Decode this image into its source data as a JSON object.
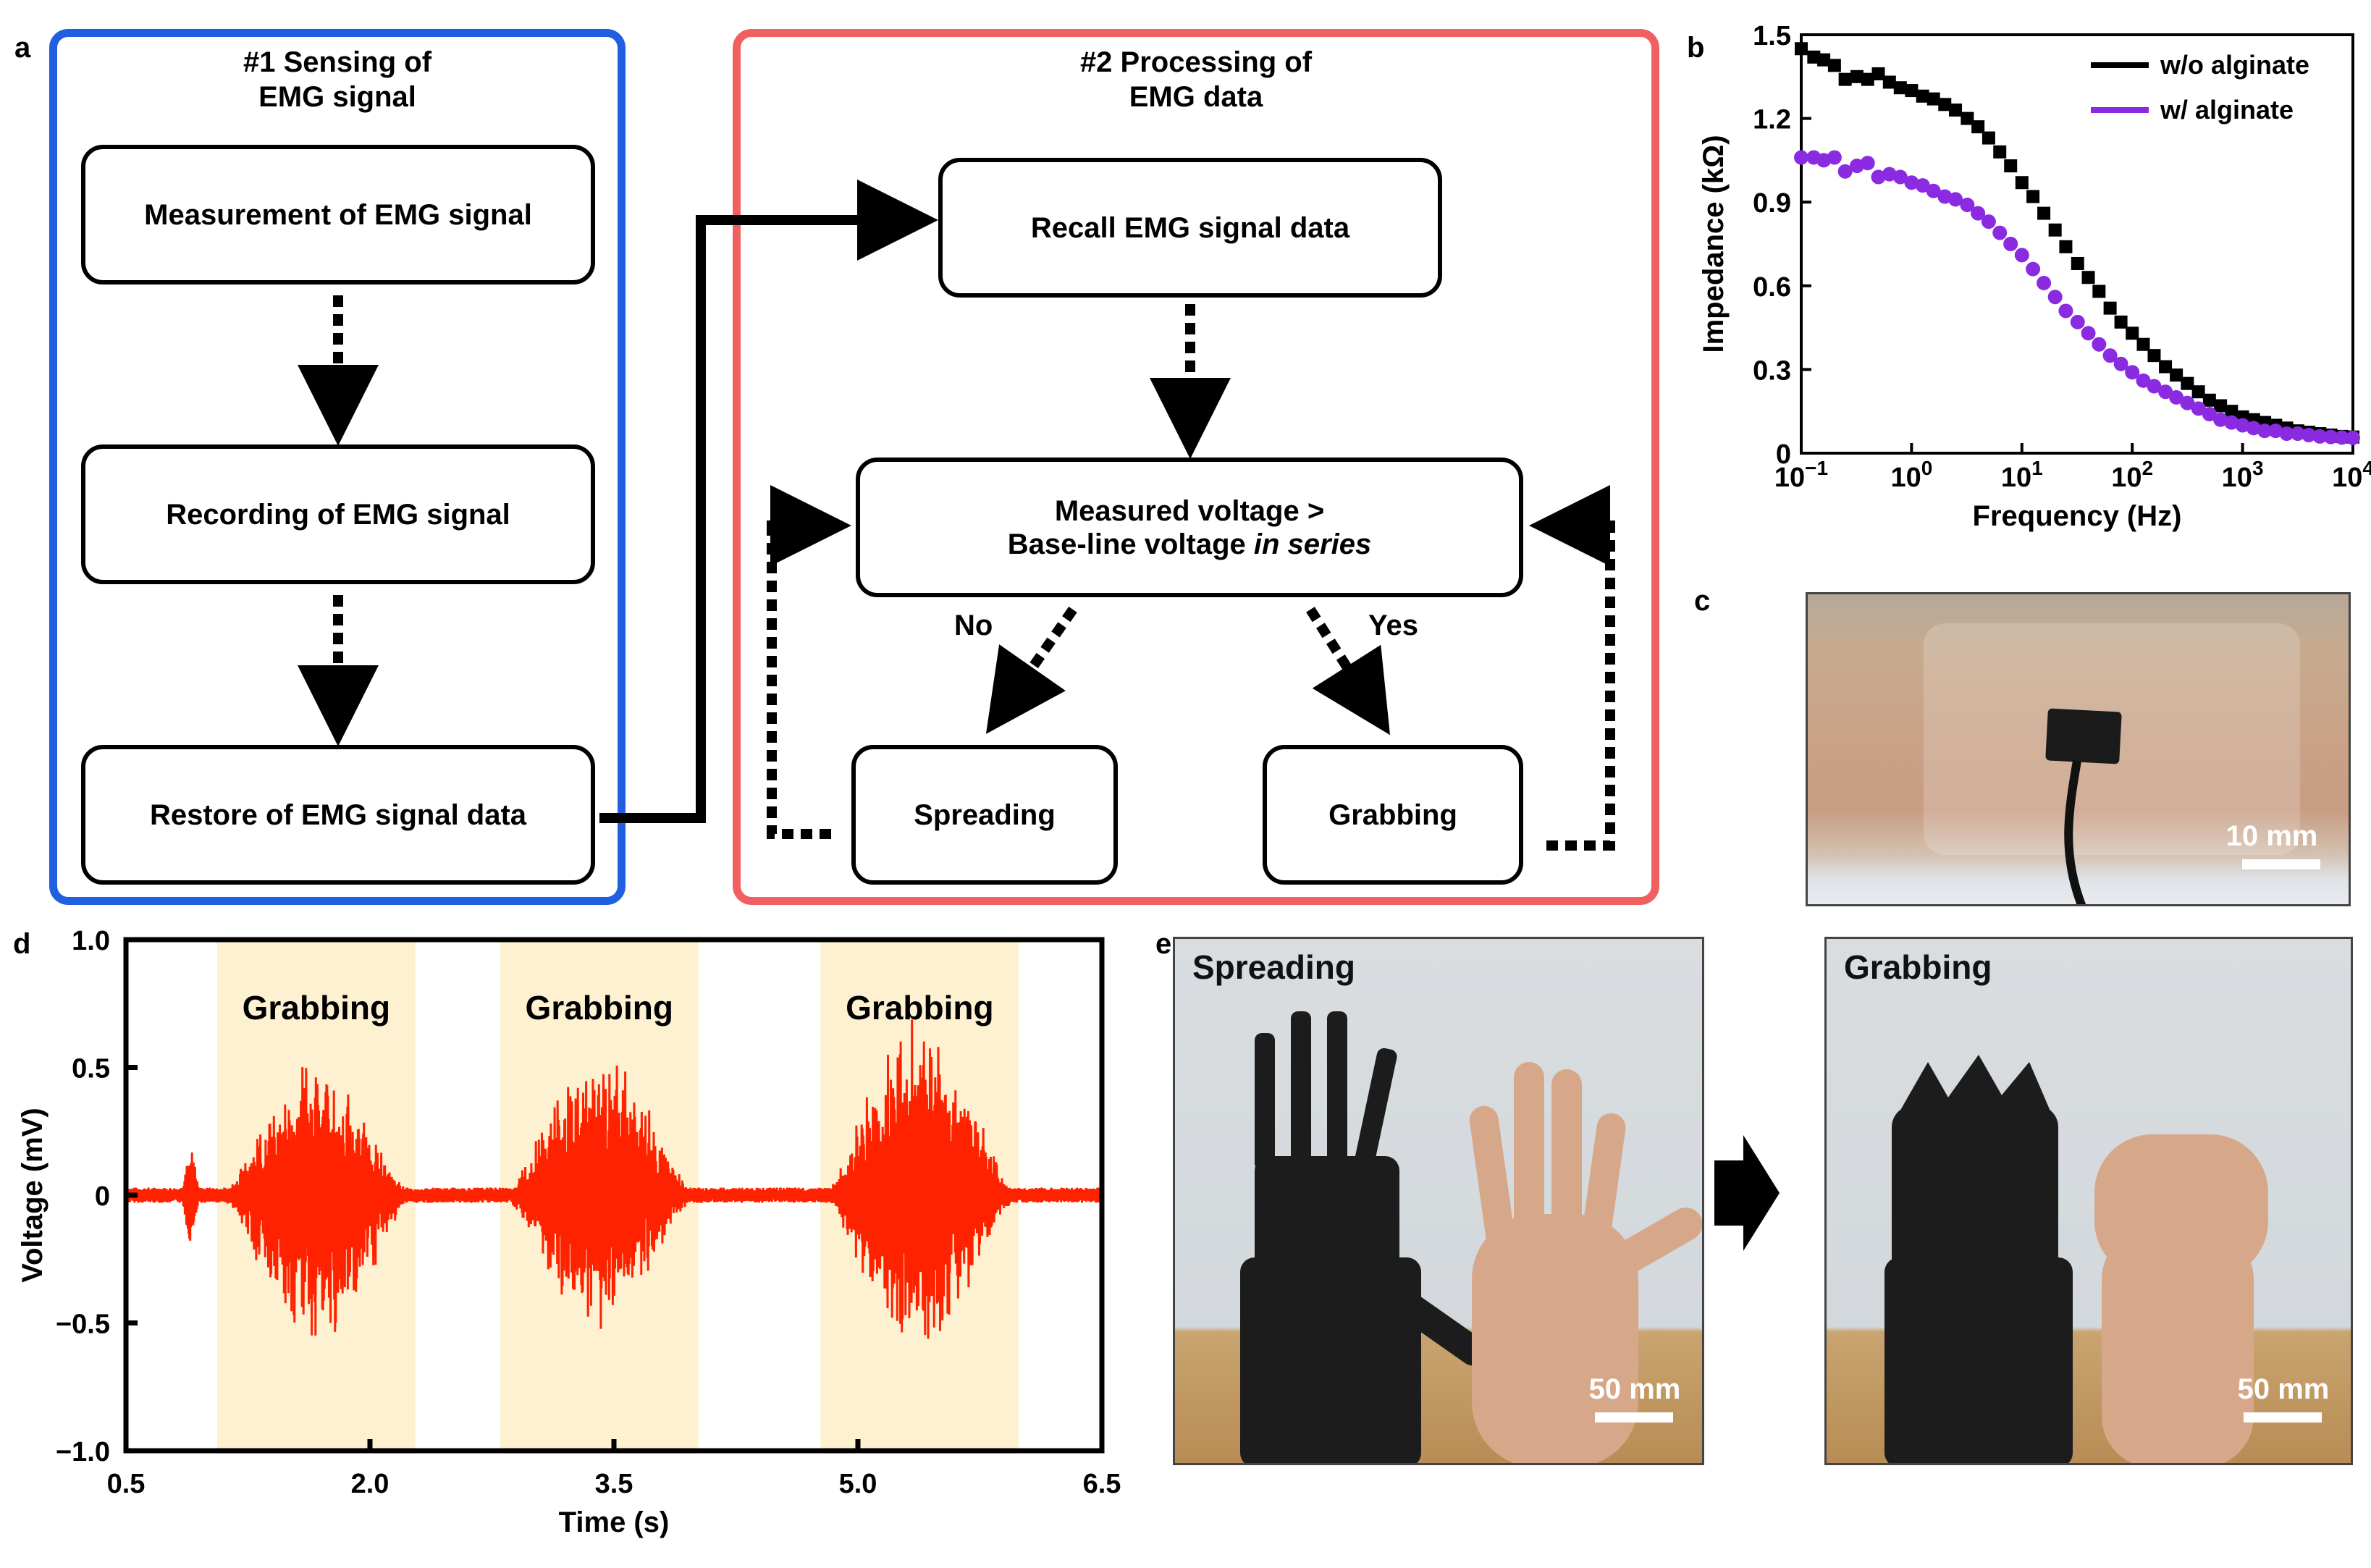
{
  "panels": {
    "a": "a",
    "b": "b",
    "c": "c",
    "d": "d",
    "e": "e"
  },
  "flow": {
    "sensing_title": "#1 Sensing of\nEMG signal",
    "processing_title": "#2 Processing of\nEMG data",
    "measure": "Measurement of EMG signal",
    "record": "Recording of EMG signal",
    "restore": "Restore of EMG signal data",
    "recall": "Recall EMG signal data",
    "decision_line1": "Measured voltage >",
    "decision_line2_pre": "Base-line voltage ",
    "decision_line2_em": "in series",
    "no": "No",
    "yes": "Yes",
    "spreading": "Spreading",
    "grabbing": "Grabbing",
    "colors": {
      "sensing_border": "#1f5fe0",
      "processing_border": "#f06060"
    }
  },
  "photo_c": {
    "scale": "10 mm"
  },
  "photo_e": {
    "left_title": "Spreading",
    "right_title": "Grabbing",
    "scale": "50 mm"
  },
  "chart_data": [
    {
      "panel": "b",
      "type": "scatter",
      "xlabel": "Frequency (Hz)",
      "ylabel": "Impedance (kΩ)",
      "xscale": "log",
      "xlim": [
        0.1,
        10000
      ],
      "ylim": [
        0,
        1.5
      ],
      "xticks": [
        {
          "value": 0.1,
          "base": "10",
          "exp": "−1"
        },
        {
          "value": 1,
          "base": "10",
          "exp": "0"
        },
        {
          "value": 10,
          "base": "10",
          "exp": "1"
        },
        {
          "value": 100,
          "base": "10",
          "exp": "2"
        },
        {
          "value": 1000,
          "base": "10",
          "exp": "3"
        },
        {
          "value": 10000,
          "base": "10",
          "exp": "4"
        }
      ],
      "yticks": [
        {
          "value": 0,
          "label": "0"
        },
        {
          "value": 0.3,
          "label": "0.3"
        },
        {
          "value": 0.6,
          "label": "0.6"
        },
        {
          "value": 0.9,
          "label": "0.9"
        },
        {
          "value": 1.2,
          "label": "1.2"
        },
        {
          "value": 1.5,
          "label": "1.5"
        }
      ],
      "legend_position": "top-right",
      "series": [
        {
          "name": "w/o alginate",
          "color": "#000000",
          "marker": "square",
          "x": [
            0.1,
            0.13,
            0.16,
            0.2,
            0.25,
            0.32,
            0.4,
            0.5,
            0.63,
            0.79,
            1,
            1.26,
            1.58,
            2,
            2.5,
            3.2,
            4,
            5,
            6.3,
            7.9,
            10,
            12.6,
            15.8,
            20,
            25,
            32,
            40,
            50,
            63,
            79,
            100,
            126,
            158,
            200,
            251,
            316,
            398,
            501,
            631,
            794,
            1000,
            1259,
            1585,
            1995,
            2512,
            3162,
            3981,
            5012,
            6310,
            7943,
            10000
          ],
          "y": [
            1.45,
            1.42,
            1.41,
            1.39,
            1.34,
            1.35,
            1.34,
            1.36,
            1.33,
            1.31,
            1.3,
            1.28,
            1.27,
            1.25,
            1.23,
            1.2,
            1.17,
            1.13,
            1.08,
            1.03,
            0.97,
            0.92,
            0.86,
            0.8,
            0.74,
            0.68,
            0.63,
            0.58,
            0.52,
            0.47,
            0.43,
            0.39,
            0.35,
            0.31,
            0.28,
            0.25,
            0.22,
            0.19,
            0.17,
            0.15,
            0.13,
            0.12,
            0.11,
            0.1,
            0.09,
            0.08,
            0.075,
            0.07,
            0.065,
            0.06,
            0.058
          ]
        },
        {
          "name": "w/ alginate",
          "color": "#8a2be2",
          "marker": "circle",
          "x": [
            0.1,
            0.13,
            0.16,
            0.2,
            0.25,
            0.32,
            0.4,
            0.5,
            0.63,
            0.79,
            1,
            1.26,
            1.58,
            2,
            2.5,
            3.2,
            4,
            5,
            6.3,
            7.9,
            10,
            12.6,
            15.8,
            20,
            25,
            32,
            40,
            50,
            63,
            79,
            100,
            126,
            158,
            200,
            251,
            316,
            398,
            501,
            631,
            794,
            1000,
            1259,
            1585,
            1995,
            2512,
            3162,
            3981,
            5012,
            6310,
            7943,
            10000
          ],
          "y": [
            1.06,
            1.06,
            1.05,
            1.06,
            1.01,
            1.03,
            1.04,
            0.99,
            1.0,
            0.99,
            0.97,
            0.96,
            0.94,
            0.92,
            0.91,
            0.89,
            0.86,
            0.83,
            0.79,
            0.75,
            0.71,
            0.66,
            0.61,
            0.56,
            0.51,
            0.47,
            0.43,
            0.39,
            0.35,
            0.32,
            0.29,
            0.26,
            0.24,
            0.22,
            0.2,
            0.18,
            0.16,
            0.14,
            0.12,
            0.11,
            0.1,
            0.09,
            0.08,
            0.08,
            0.07,
            0.07,
            0.065,
            0.06,
            0.058,
            0.056,
            0.055
          ]
        }
      ]
    },
    {
      "panel": "d",
      "type": "line",
      "xlabel": "Time (s)",
      "ylabel": "Voltage (mV)",
      "xlim": [
        0.5,
        6.5
      ],
      "ylim": [
        -1.0,
        1.0
      ],
      "xticks": [
        {
          "value": 0.5,
          "label": "0.5"
        },
        {
          "value": 2.0,
          "label": "2.0"
        },
        {
          "value": 3.5,
          "label": "3.5"
        },
        {
          "value": 5.0,
          "label": "5.0"
        },
        {
          "value": 6.5,
          "label": "6.5"
        }
      ],
      "yticks": [
        {
          "value": -1.0,
          "label": "−1.0"
        },
        {
          "value": -0.5,
          "label": "−0.5"
        },
        {
          "value": 0,
          "label": "0"
        },
        {
          "value": 0.5,
          "label": "0.5"
        },
        {
          "value": 1.0,
          "label": "1.0"
        }
      ],
      "series": [
        {
          "color": "#ff2200"
        }
      ],
      "baseline_noise": 0.03,
      "bursts": [
        {
          "label": "Grabbing",
          "start": 1.06,
          "end": 2.28,
          "peak_pos": 0.55,
          "peak_neg": -0.62
        },
        {
          "label": "Grabbing",
          "start": 2.8,
          "end": 4.02,
          "peak_pos": 0.6,
          "peak_neg": -0.55
        },
        {
          "label": "Grabbing",
          "start": 4.77,
          "end": 5.99,
          "peak_pos": 0.72,
          "peak_neg": -0.68
        }
      ],
      "spike": {
        "x": 0.9,
        "peak_pos": 0.25,
        "peak_neg": -0.2
      },
      "highlight_color": "#fdf1d2"
    }
  ]
}
